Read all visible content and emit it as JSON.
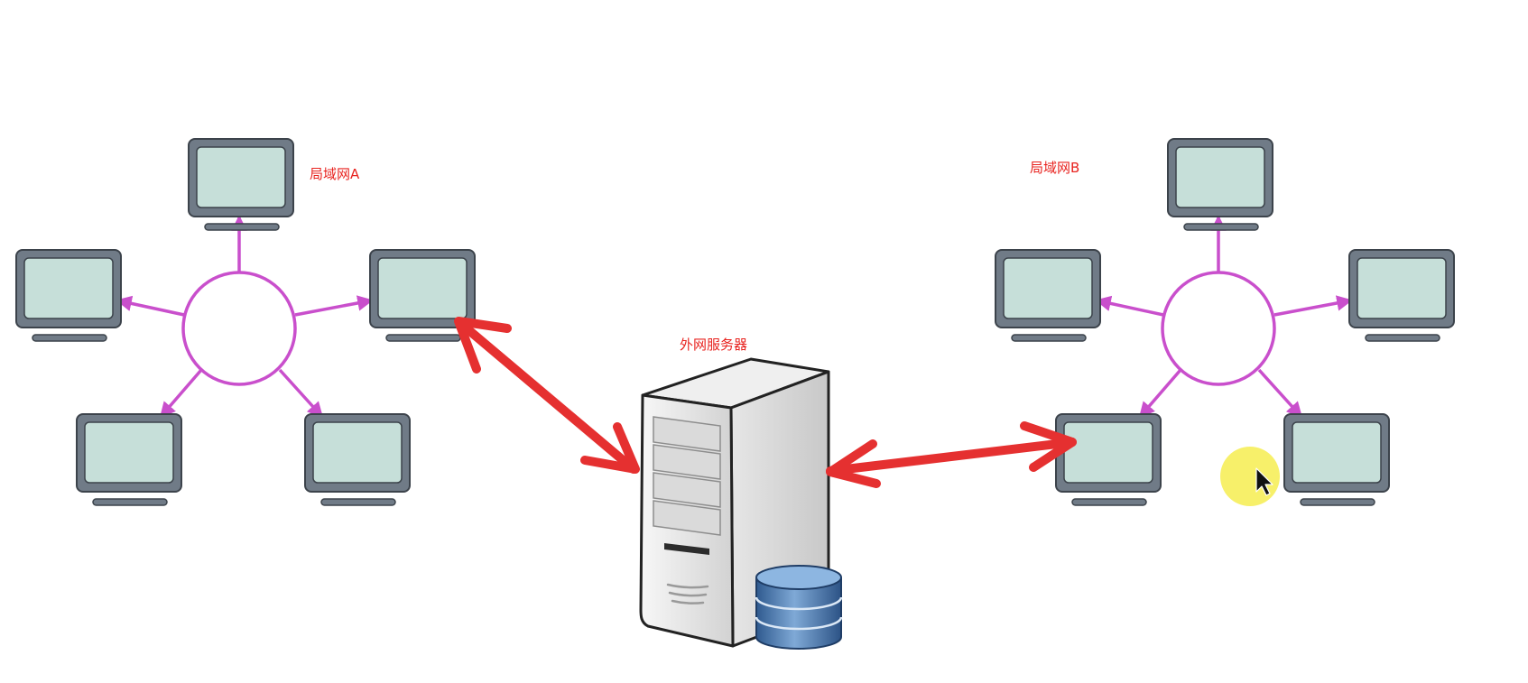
{
  "labels": {
    "lan_a": "局域网A",
    "lan_b": "局域网B",
    "server": "外网服务器"
  },
  "colors": {
    "label": "#e8231f",
    "hub": "#c94fcc",
    "arrow": "#e53030",
    "monitor_frame": "#6f7a86",
    "monitor_screen": "#c6dfd9",
    "cursor_highlight": "#f6ee5a"
  },
  "icons": {
    "monitor": "monitor-icon",
    "server": "server-tower-icon",
    "database": "database-icon",
    "cursor": "mouse-cursor-icon"
  }
}
